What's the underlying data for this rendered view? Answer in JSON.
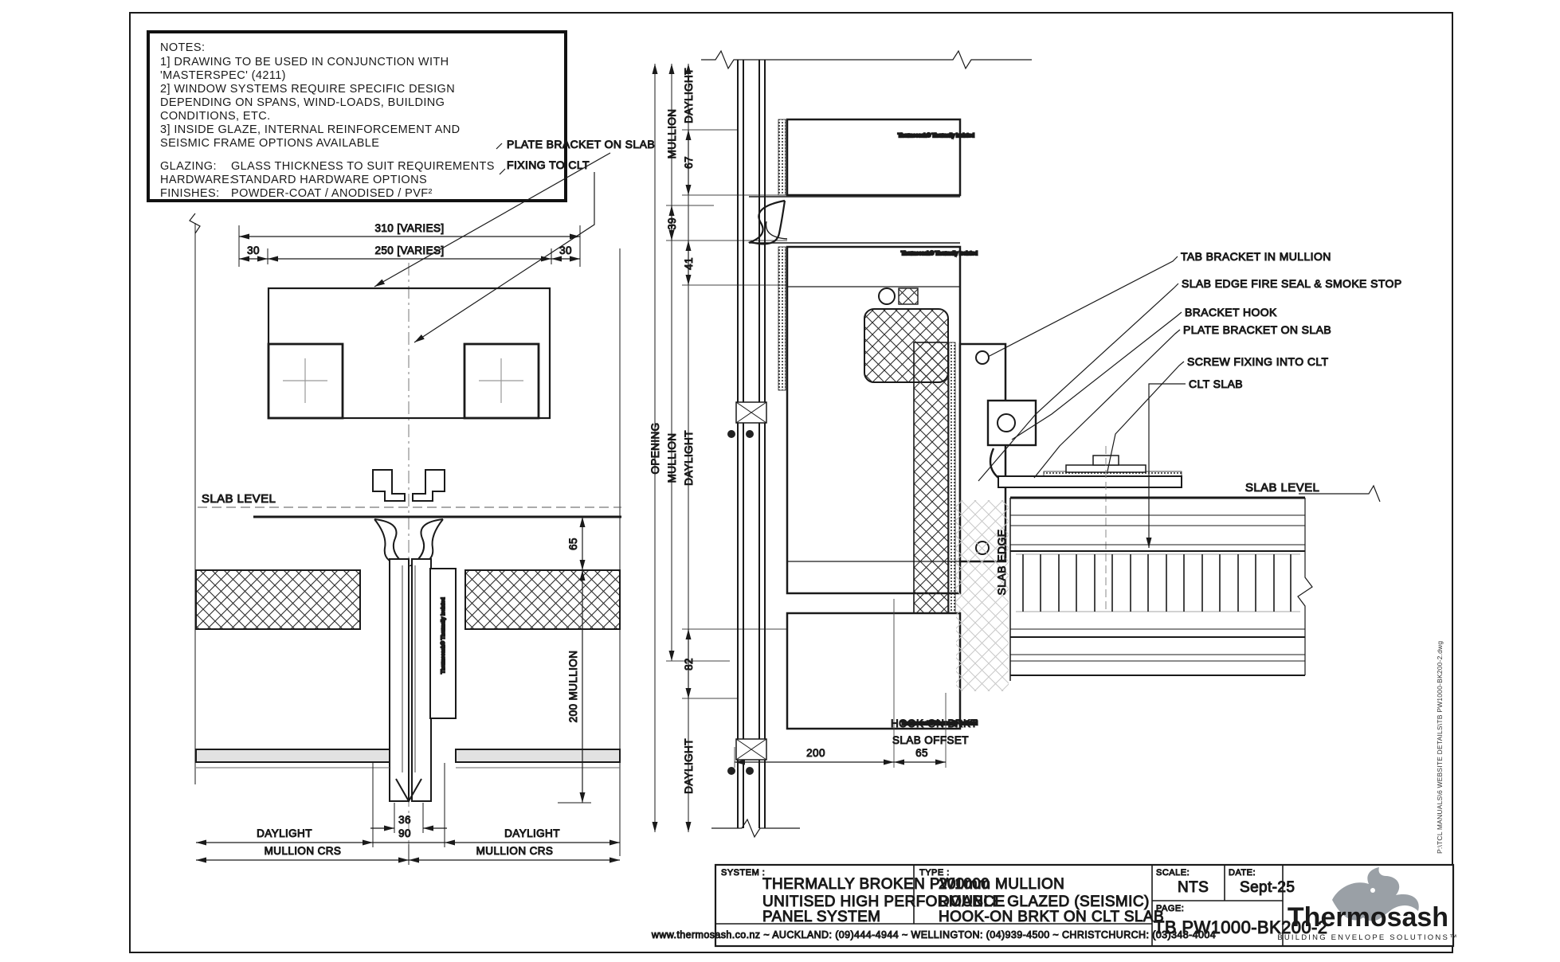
{
  "page": {
    "background": "#ffffff",
    "line_color": "#1a1a1a"
  },
  "notes": {
    "title": "NOTES:",
    "lines": [
      "1] DRAWING TO BE USED IN CONJUNCTION WITH",
      "'MASTERSPEC' (4211)",
      "2] WINDOW SYSTEMS REQUIRE SPECIFIC DESIGN",
      "DEPENDING ON SPANS, WIND-LOADS, BUILDING",
      "CONDITIONS, ETC.",
      "3] INSIDE GLAZE, INTERNAL REINFORCEMENT AND",
      "SEISMIC FRAME OPTIONS AVAILABLE"
    ],
    "glazing_label": "GLAZING:",
    "glazing_value": "GLASS THICKNESS TO SUIT REQUIREMENTS",
    "hardware_label": "HARDWARE:",
    "hardware_value": "STANDARD HARDWARE OPTIONS",
    "finishes_label": "FINISHES:",
    "finishes_value": "POWDER-COAT / ANODISED / PVF²"
  },
  "plan": {
    "callout_plate_bracket": "PLATE BRACKET ON SLAB",
    "callout_fixing": "FIXING TO CLT",
    "slab_level": "SLAB LEVEL",
    "dims": {
      "d310": "310 [VARIES]",
      "d30_left": "30",
      "d250": "250 [VARIES]",
      "d30_right": "30",
      "d65": "65",
      "d200_mullion": "200 MULLION",
      "d36": "36",
      "d90": "90",
      "daylight_left": "DAYLIGHT",
      "daylight_right": "DAYLIGHT",
      "mullion_crs_left": "MULLION CRS",
      "mullion_crs_right": "MULLION CRS"
    }
  },
  "section": {
    "dims": {
      "daylight_top": "DAYLIGHT",
      "mullion_top": "MULLION",
      "d67": "67",
      "d39": "39",
      "d41": "41",
      "opening": "OPENING",
      "mullion_mid": "MULLION",
      "daylight_mid": "DAYLIGHT",
      "d82": "82",
      "daylight_bottom": "DAYLIGHT",
      "d200": "200",
      "d65": "65",
      "hook_on_brkt": "HOOK-ON BRKT",
      "slab_offset": "SLAB OFFSET"
    },
    "slab_edge": "SLAB EDGE",
    "slab_level": "SLAB LEVEL",
    "sticker": "Thermosash® Thermally Isolated"
  },
  "callouts": {
    "items": [
      {
        "text": "TAB BRACKET IN MULLION"
      },
      {
        "text": "SLAB EDGE FIRE SEAL & SMOKE STOP"
      },
      {
        "text": "BRACKET HOOK"
      },
      {
        "text": "PLATE BRACKET ON SLAB"
      },
      {
        "text": "SCREW FIXING INTO CLT"
      },
      {
        "text": "CLT SLAB"
      }
    ]
  },
  "title_block": {
    "system_label": "SYSTEM :",
    "system_line1": "THERMALLY BROKEN PW1000",
    "system_line2": "UNITISED HIGH PERFORMANCE",
    "system_line3": "PANEL SYSTEM",
    "type_label": "TYPE :",
    "type_line1": "200mm MULLION",
    "type_line2": "DOUBLE GLAZED (SEISMIC)",
    "type_line3": "HOOK-ON BRKT ON CLT SLAB",
    "scale_label": "SCALE:",
    "scale_value": "NTS",
    "date_label": "DATE:",
    "date_value": "Sept-25",
    "page_label": "PAGE:",
    "page_value": "TB PW1000-BK200-2",
    "contacts": "www.thermosash.co.nz  ~  AUCKLAND: (09)444-4944  ~  WELLINGTON: (04)939-4500  ~  CHRISTCHURCH: (03)348-4004"
  },
  "logo": {
    "name": "Thermosash",
    "tagline": "BUILDING ENVELOPE SOLUTIONS™",
    "blue": "#1d5c9e",
    "gray": "#9aa0a6"
  },
  "file_path": "P:\\TCL MANUALS\\6 WEBSITE DETAILS\\TB PW1000-BK200-2.dwg"
}
